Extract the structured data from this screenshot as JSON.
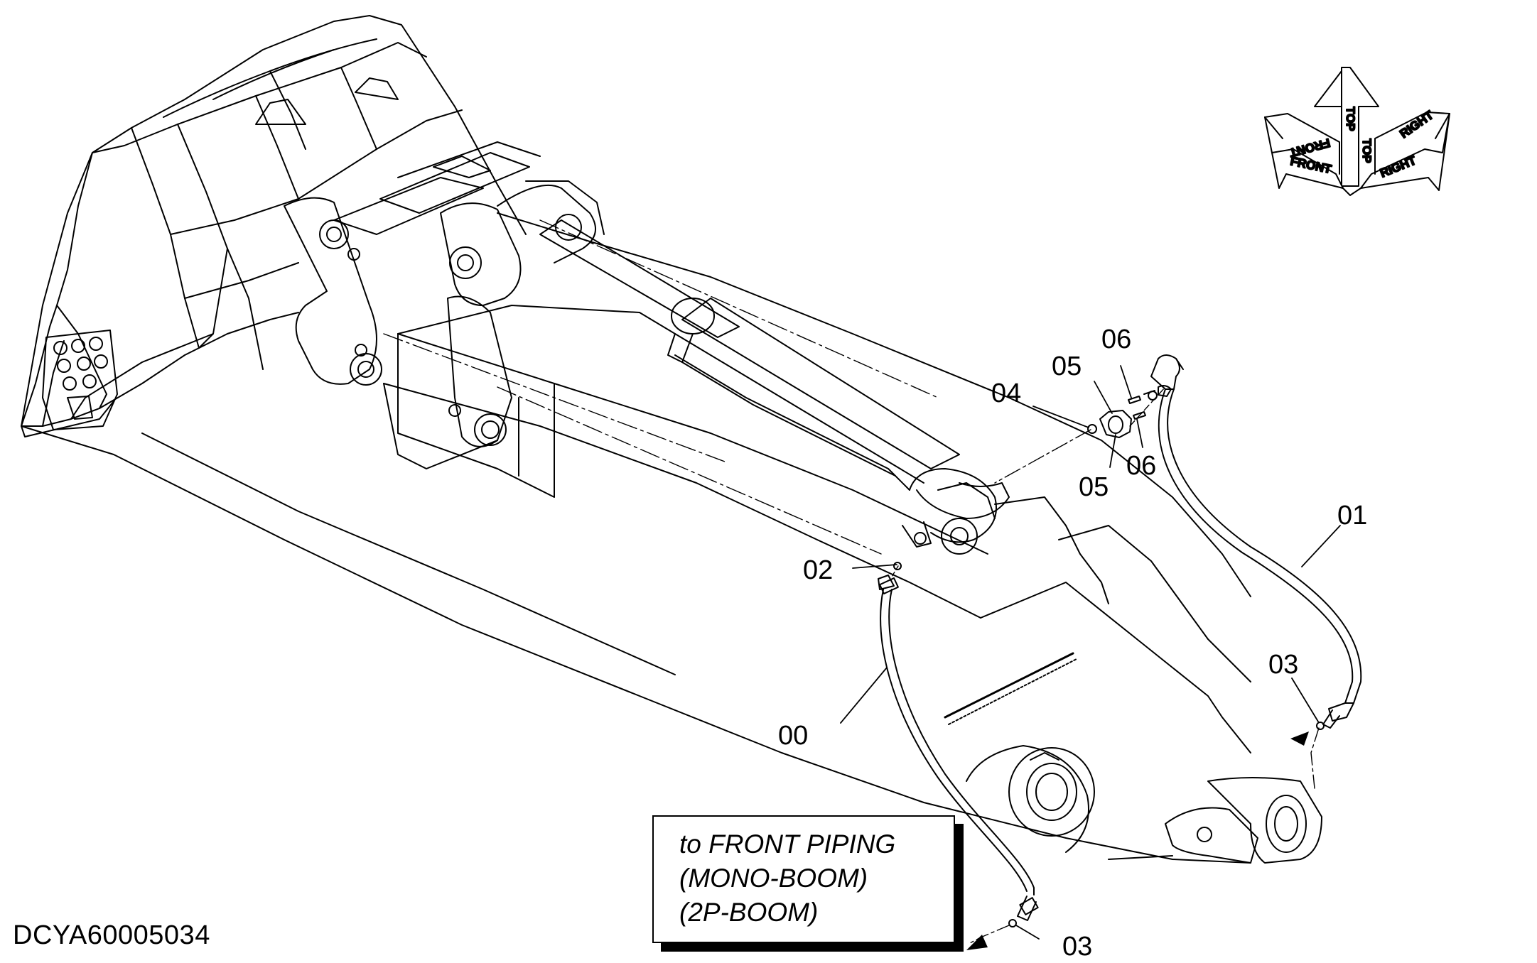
{
  "drawing": {
    "id": "DCYA60005034",
    "note": [
      "to FRONT PIPING",
      "(MONO-BOOM)",
      "(2P-BOOM)"
    ],
    "orientation": {
      "front": "FRONT",
      "top": "TOP",
      "right": "RIGHT"
    },
    "callouts": {
      "c00": "00",
      "c01": "01",
      "c02": "02",
      "c03a": "03",
      "c03b": "03",
      "c04": "04",
      "c05a": "05",
      "c05b": "05",
      "c06a": "06",
      "c06b": "06"
    }
  }
}
